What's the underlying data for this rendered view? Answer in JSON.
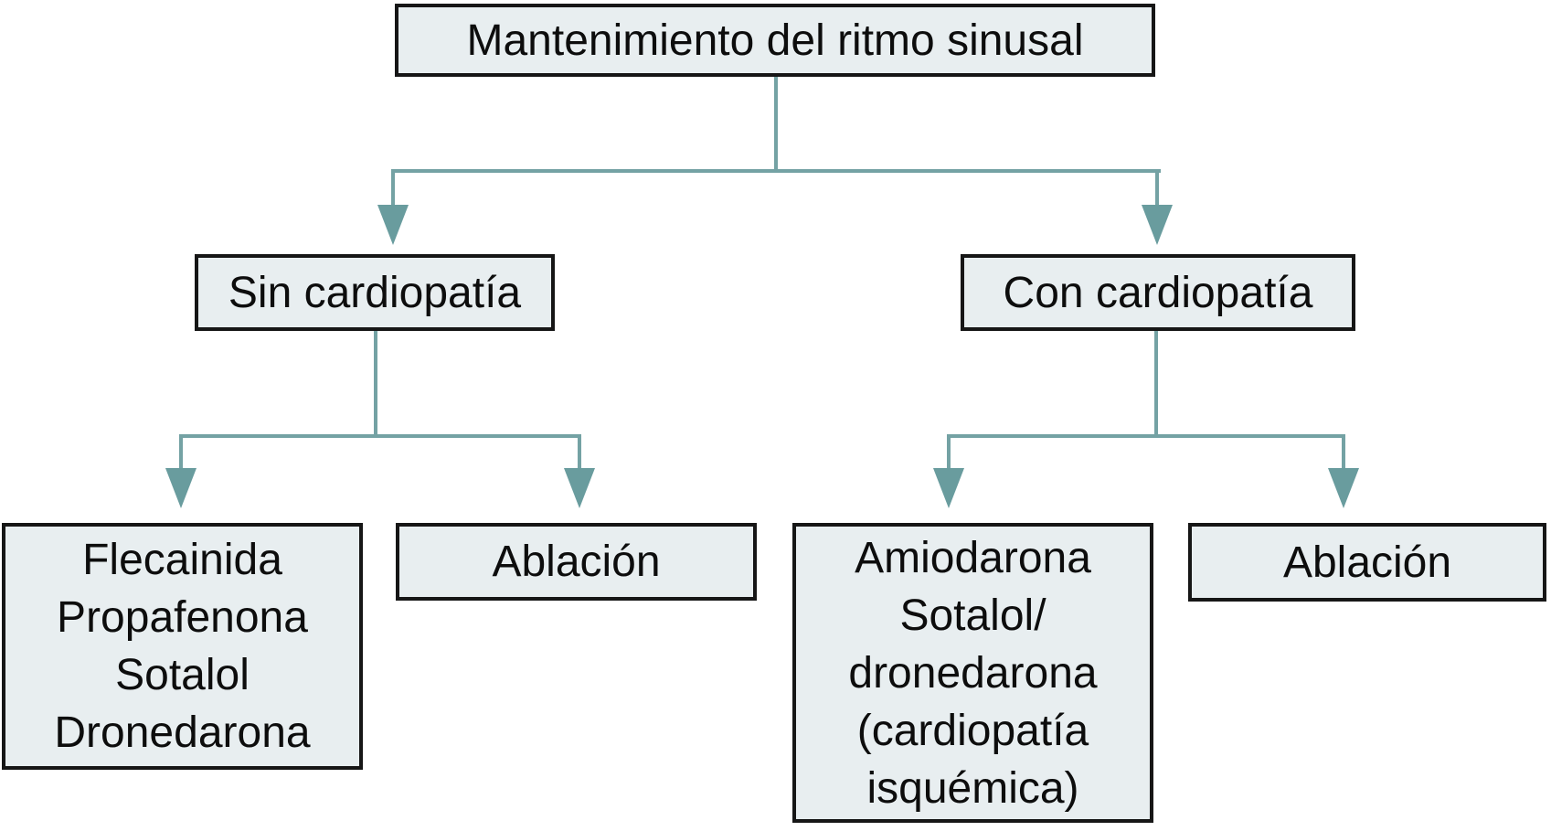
{
  "diagram": {
    "type": "flowchart",
    "language": "es",
    "colors": {
      "node_fill": "#e8eef0",
      "node_border": "#161616",
      "connector": "#74a2a4",
      "arrowhead": "#699c9e",
      "background": "#ffffff"
    },
    "nodes": {
      "root": {
        "label": "Mantenimiento del ritmo sinusal"
      },
      "sin_cardiopatia": {
        "label": "Sin cardiopatía"
      },
      "con_cardiopatia": {
        "label": "Con cardiopatía"
      },
      "drugs_sin_cardiopatia": {
        "lines": [
          "Flecainida",
          "Propafenona",
          "Sotalol",
          "Dronedarona"
        ]
      },
      "ablacion_sin": {
        "label": "Ablación"
      },
      "drugs_con_cardiopatia": {
        "lines": [
          "Amiodarona",
          "Sotalol/",
          "dronedarona",
          "(cardiopatía",
          "isquémica)"
        ]
      },
      "ablacion_con": {
        "label": "Ablación"
      }
    },
    "edges": [
      {
        "from": "root",
        "to": "sin_cardiopatia"
      },
      {
        "from": "root",
        "to": "con_cardiopatia"
      },
      {
        "from": "sin_cardiopatia",
        "to": "drugs_sin_cardiopatia"
      },
      {
        "from": "sin_cardiopatia",
        "to": "ablacion_sin"
      },
      {
        "from": "con_cardiopatia",
        "to": "drugs_con_cardiopatia"
      },
      {
        "from": "con_cardiopatia",
        "to": "ablacion_con"
      }
    ]
  }
}
